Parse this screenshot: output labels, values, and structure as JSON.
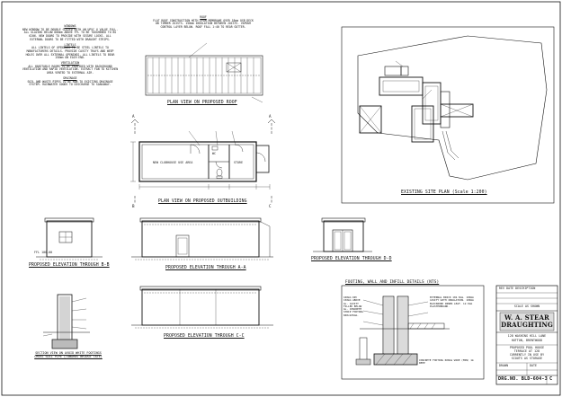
{
  "views": {
    "plan_roof": "PLAN VIEW ON PROPOSED ROOF",
    "plan_outbuilding": "PLAN VIEW ON PROPOSED OUTBUILDING",
    "section_b": "PROPOSED ELEVATION THROUGH B-B",
    "section_a": "PROPOSED ELEVATION THROUGH A-A",
    "elevation_d": "PROPOSED ELEVATION THROUGH D-D",
    "section_c": "PROPOSED ELEVATION THROUGH C-C",
    "site_plan": "EXISTING SITE PLAN (Scale 1:200)",
    "footing_detail": "FOOTING, WALL AND INFILL DETAILS (NTS)",
    "section_view": "SECTION VIEW ON AVOID WHITE FOOTINGS CROSS SOIL PIPE (TOWARDS BRIDGE TATE)"
  },
  "notes": {
    "windows_title": "WINDOWS",
    "windows_text": "NEW WINDOW TO BE DOUBLE GLAZED WITH AN UPVC U VALUE FULL. ALL GLAZING BELOW 800mm ABOVE FFL TO BE TOUGHENED TO BS 6206. NEW DOORS TO PROVIDE WITH SECURE LOCKS. ALL EXTERNAL DOORS TO BE FITTED WITH DRAUGHT STRIPS.",
    "lintels_title": "LINTELS",
    "lintels_text": "ALL LINTELS OF OPENINGS TO BE STEEL LINTELS TO MANUFACTURERS DETAILS. PROVIDE CAVITY TRAYS AND WEEP HOLES OVER ALL EXTERNAL OPENINGS. ALL LINTELS TO BEAR 150mm ON EACH END.",
    "ventilation_title": "VENTILATION",
    "ventilation_text": "ALL HABITABLE ROOMS TO BE PROVIDED WITH BACKGROUND VENTILATION AND RAPID VENTILATION. EXTRACT FAN TO KITCHEN AREA VENTED TO EXTERNAL AIR.",
    "drainage_title": "DRAINAGE",
    "drainage_text": "SOIL AND WASTE PIPES TO BE RUN TO EXISTING DRAINAGE SYSTEM. RAINWATER GOODS TO DISCHARGE TO SOAKAWAY.",
    "roof_title": "ROOF",
    "roof_text": "FLAT ROOF CONSTRUCTION WITH EPDM MEMBRANE OVER 18mm OSB DECK ON TIMBER JOISTS. 150mm INSULATION BETWEEN JOISTS. VAPOUR CONTROL LAYER BELOW. ROOF FALL 1:40 TO REAR GUTTER."
  },
  "rooms": {
    "room_a": "NEW CLUBHOUSE USE AREA",
    "room_b": "WC",
    "room_c": "STORE",
    "ffl": "FFL 100.00"
  },
  "footing": {
    "notes_left": "100mm DPC 150mm ABOVE GL. CAVITY FILLED BELOW GL. CONCRETE STRIP FOOTING 600x225mm.",
    "notes_right": "EXTERNAL BRICK 102.5mm. 100mm CAVITY WITH INSULATION. 100mm BLOCKWORK INNER LEAF. 12.5mm PLASTERBOARD.",
    "bottom": "CONCRETE FOOTING 600mm WIDE (MIN) 1m DEEP"
  },
  "title_block": {
    "rev_header": "REV  DATE  DESCRIPTION",
    "client_label": "SCALE AS SHOWN",
    "company_line1": "W. A. STEAR",
    "company_line2": "DRAUGHTING",
    "address_line1": "128 WASHING HILL LANE",
    "address_line2": "HUTTON, BRENTWOOD",
    "project_line1": "PROPOSED POOL HOUSE",
    "project_line2": "TERRACE AT 128",
    "project_line3": "CURRENTLY IN USE BY",
    "project_line4": "SCOUTS AS STORAGE",
    "drawn_label": "DRAWN",
    "date_label": "DATE",
    "drg_no": "DRG.NO. BLD-604-3",
    "rev_no": "C"
  },
  "markers": {
    "a": "A",
    "b": "B",
    "c": "C",
    "d": "D"
  }
}
